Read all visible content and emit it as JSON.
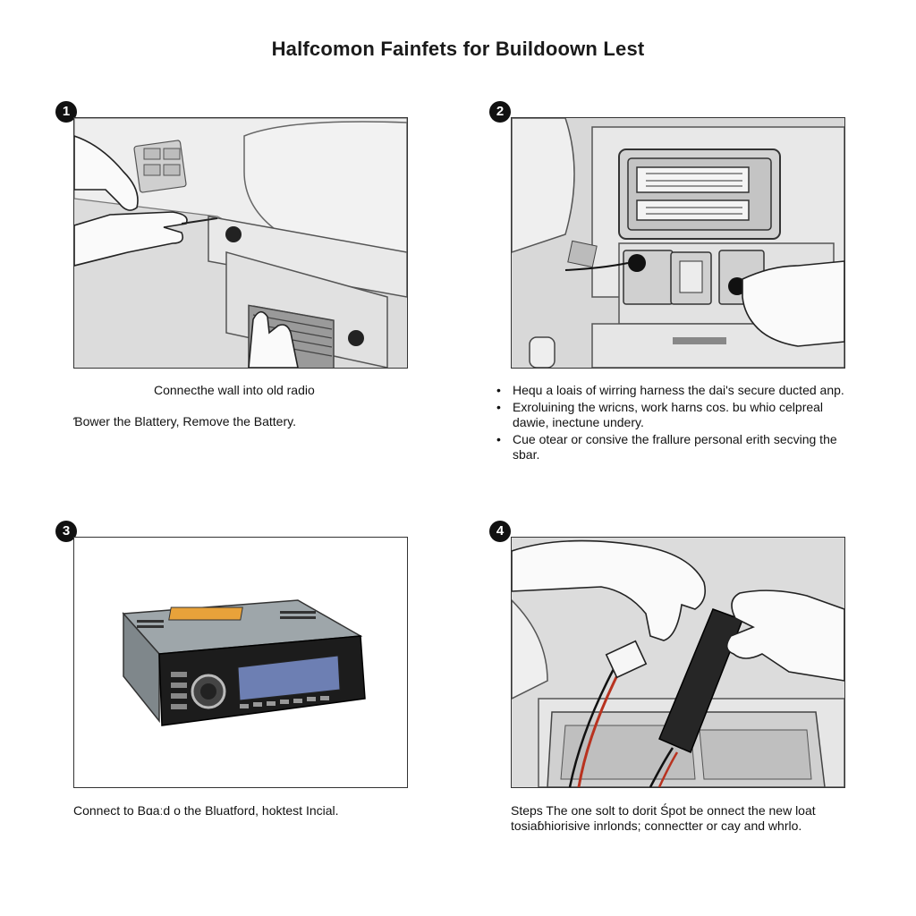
{
  "title": "Halfcomon Fainfets for Buildoown Lest",
  "steps": [
    {
      "number": "1",
      "captions": [
        "Connecthe wall into old radio",
        "Ɓower the Blattery, Remove the Battery."
      ]
    },
    {
      "number": "2",
      "bullets": [
        "Hequ a loais of wirring harness the dai's secure ducted anp.",
        "Exroluining the wricns, work harns cos. bu whio celpreal dawie, inectune undery.",
        "Cue otear or consive the frallure personal erith secving the sbar."
      ]
    },
    {
      "number": "3",
      "captions": [
        "Connect to Bɑaːd o the Bluatford, hoktest Incial."
      ]
    },
    {
      "number": "4",
      "captions": [
        "Steps The one solt to dorit Śpot be onnect the new loat tosiaɓhiorisive inrlonds; connectter or cay and whrlo."
      ]
    }
  ]
}
